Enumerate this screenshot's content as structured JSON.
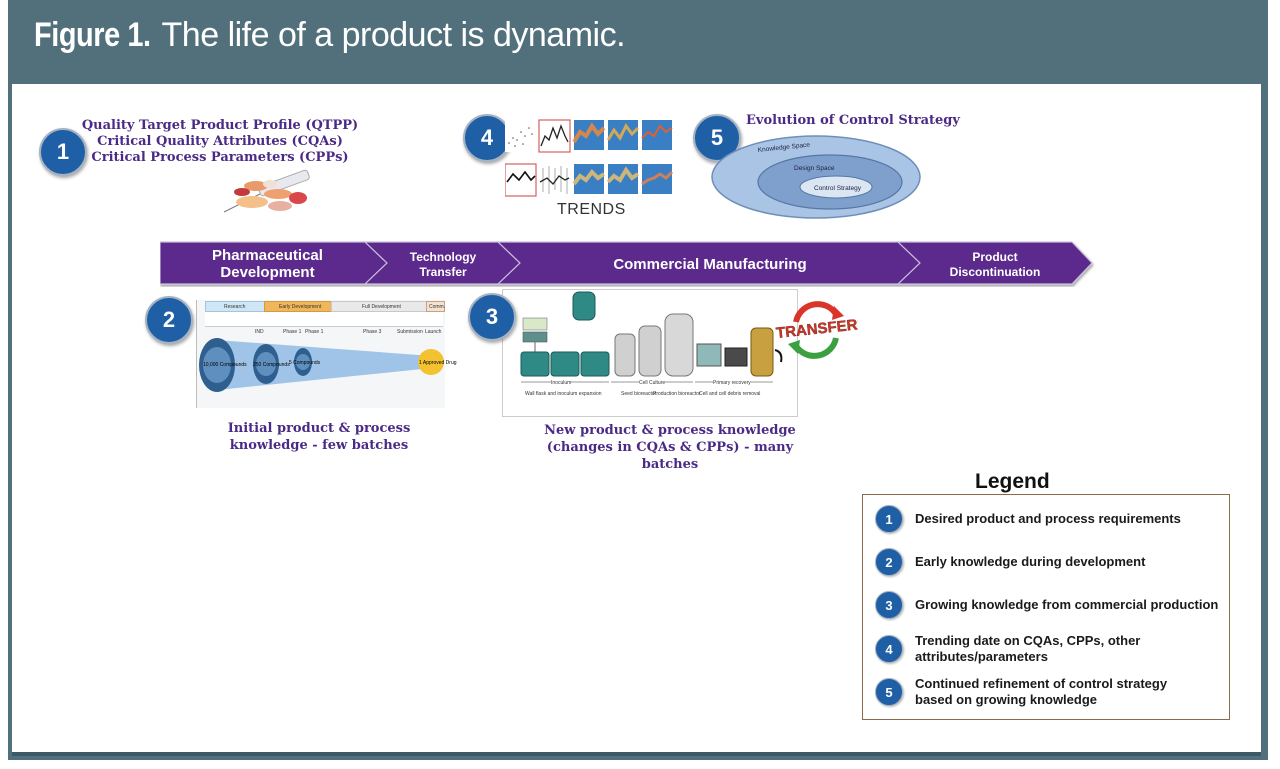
{
  "figure": {
    "title_lead": "Figure 1.",
    "title_rest": " The life of a product is dynamic."
  },
  "item1": {
    "badge": "1",
    "lines": [
      "Quality Target Product Profile (QTPP)",
      "Critical Quality Attributes (CQAs)",
      "Critical Process Parameters (CPPs)"
    ],
    "image_icon": "syringe-and-pills-icon"
  },
  "item4": {
    "badge": "4",
    "label": "TRENDS"
  },
  "item5": {
    "badge": "5",
    "title": "Evolution of Control Strategy",
    "rings": [
      "Knowledge Space",
      "Design Space",
      "Control Strategy"
    ]
  },
  "phases": [
    {
      "label1": "Pharmaceutical",
      "label2": "Development"
    },
    {
      "label1": "Technology",
      "label2": "Transfer"
    },
    {
      "label1": "Commercial Manufacturing",
      "label2": ""
    },
    {
      "label1": "Product",
      "label2": "Discontinuation"
    }
  ],
  "item2": {
    "badge": "2",
    "stages": [
      "Research",
      "Early Development",
      "Full Development",
      "Comm."
    ],
    "milestones": [
      "IND",
      "Phase 1",
      "Phase 1",
      "Phase 3",
      "Submission",
      "Launch"
    ],
    "funnel": [
      "10,000 Compounds",
      "250 Compounds",
      "5 Compounds",
      "1 Approved Drug"
    ],
    "caption": [
      "Initial product & process",
      "knowledge - few batches"
    ]
  },
  "item3": {
    "badge": "3",
    "sections": [
      "Inoculum",
      "Cell Culture",
      "Primary recovery"
    ],
    "sublabels": [
      "Wall flask and inoculum expansion",
      "Seed bioreactor",
      "Production bioreactor",
      "Cell and cell debris removal"
    ],
    "transfers_label": "TRANSFERS",
    "caption": [
      "New product & process knowledge",
      "(changes in CQAs & CPPs) - many batches"
    ]
  },
  "legend": {
    "title": "Legend",
    "items": [
      {
        "num": "1",
        "text": "Desired product and process requirements"
      },
      {
        "num": "2",
        "text": "Early knowledge during development"
      },
      {
        "num": "3",
        "text": "Growing knowledge from commercial production"
      },
      {
        "num": "4",
        "text": "Trending date on CQAs, CPPs, other attributes/parameters"
      },
      {
        "num": "5",
        "text": "Continued refinement of control strategy based on growing knowledge"
      }
    ]
  },
  "colors": {
    "frame": "#52707c",
    "arrow_purple": "#5b2b8c",
    "badge_blue": "#1f5fa6",
    "caption_purple": "#4b2a86"
  }
}
